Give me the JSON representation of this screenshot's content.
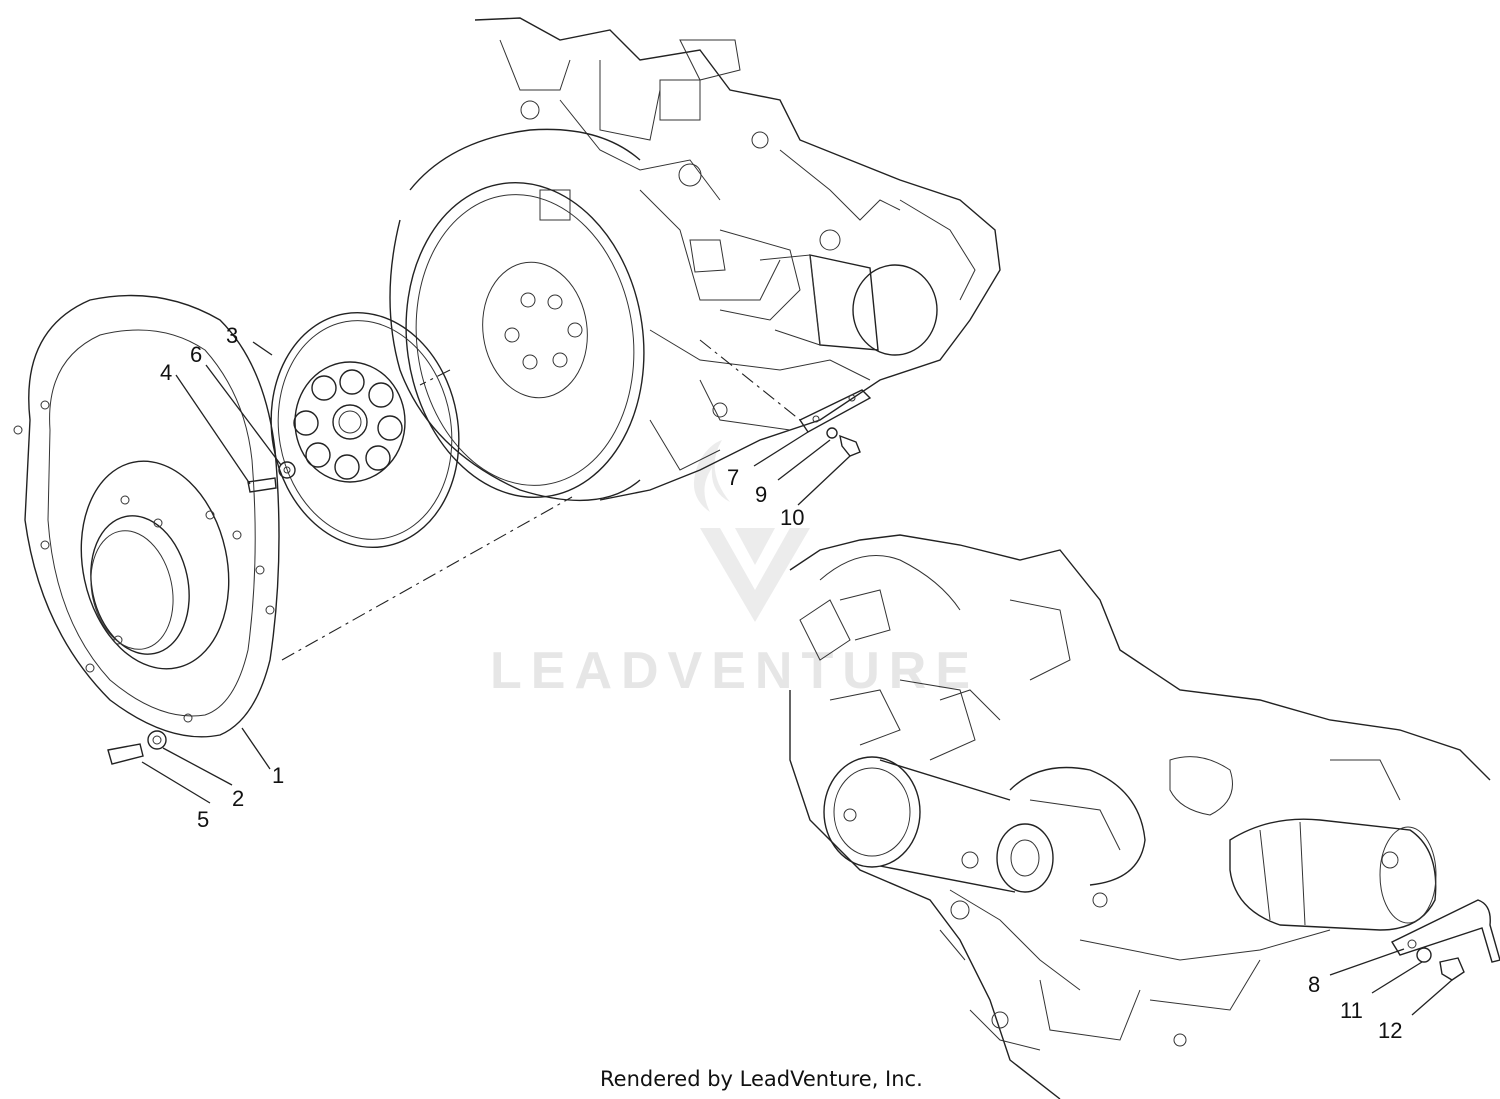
{
  "callouts": {
    "c1": "1",
    "c2": "2",
    "c3": "3",
    "c4": "4",
    "c5": "5",
    "c6": "6",
    "c7": "7",
    "c8": "8",
    "c9": "9",
    "c10": "10",
    "c11": "11",
    "c12": "12"
  },
  "watermark": {
    "text": "LEADVENTURE"
  },
  "footer": {
    "credit": "Rendered by LeadVenture, Inc."
  },
  "colors": {
    "line": "#222222",
    "watermark": "#e6e6e6",
    "background": "#ffffff"
  }
}
